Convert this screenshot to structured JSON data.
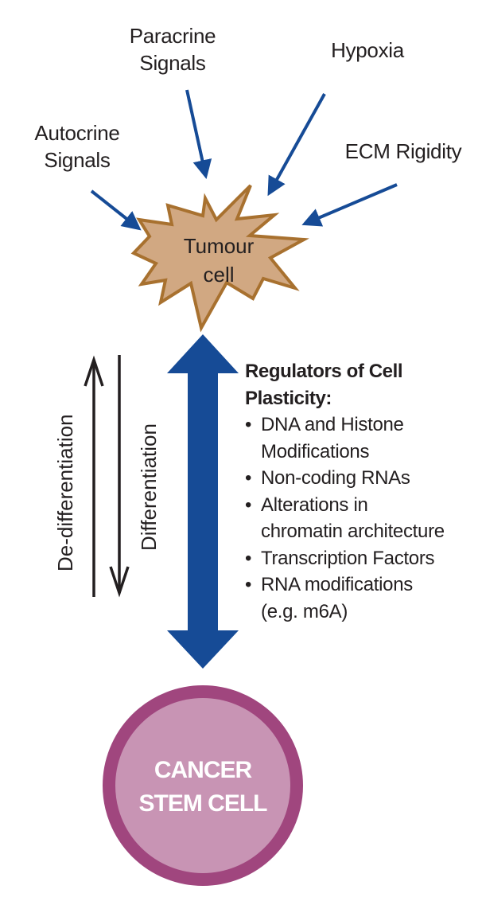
{
  "colors": {
    "arrow_blue": "#164b96",
    "tumour_fill": "#d1a882",
    "tumour_stroke": "#a8712f",
    "csc_fill": "#c894b4",
    "csc_stroke": "#a0467e",
    "text_dark": "#231f20",
    "text_light": "#ffffff"
  },
  "inputs": [
    {
      "id": "autocrine",
      "lines": [
        "Autocrine",
        "Signals"
      ]
    },
    {
      "id": "paracrine",
      "lines": [
        "Paracrine",
        "Signals"
      ]
    },
    {
      "id": "hypoxia",
      "lines": [
        "Hypoxia"
      ]
    },
    {
      "id": "ecm",
      "lines": [
        "ECM Rigidity"
      ]
    }
  ],
  "tumour_cell": {
    "lines": [
      "Tumour",
      "cell"
    ]
  },
  "transitions": {
    "up_label": "De-differentiation",
    "down_label": "Differentiation"
  },
  "regulators": {
    "title": "Regulators of Cell Plasticity:",
    "title_lines": [
      "Regulators of Cell",
      "Plasticity:"
    ],
    "bullet": "•",
    "items": [
      {
        "lines": [
          "DNA and Histone",
          "Modifications"
        ]
      },
      {
        "lines": [
          "Non-coding RNAs"
        ]
      },
      {
        "lines": [
          "Alterations in",
          "chromatin architecture"
        ]
      },
      {
        "lines": [
          "Transcription Factors"
        ]
      },
      {
        "lines": [
          "RNA modifications",
          "(e.g. m6A)"
        ]
      }
    ]
  },
  "cancer_stem_cell": {
    "lines": [
      "CANCER",
      "STEM CELL"
    ]
  }
}
